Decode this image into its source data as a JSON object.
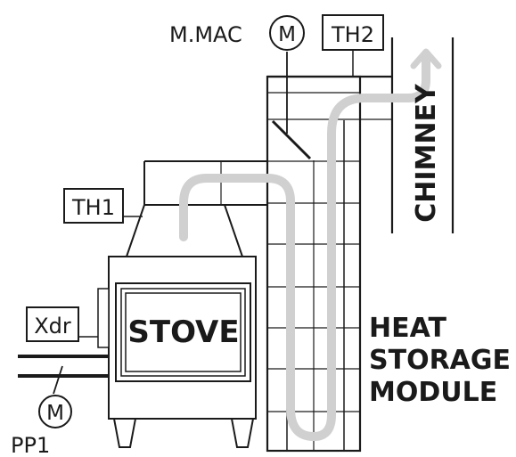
{
  "labels": {
    "mmac": "M.MAC",
    "motor": "M",
    "th2": "TH2",
    "th1": "TH1",
    "xdr": "Xdr",
    "stove": "STOVE",
    "chimney": "CHIMNEY",
    "heat_storage_line1": "HEAT",
    "heat_storage_line2": "STORAGE",
    "heat_storage_line3": "MODULE",
    "pump_motor": "M",
    "pp1": "PP1"
  },
  "colors": {
    "stroke": "#1a1a1a",
    "flow_arrow": "#d0d0d0",
    "background": "#ffffff"
  }
}
